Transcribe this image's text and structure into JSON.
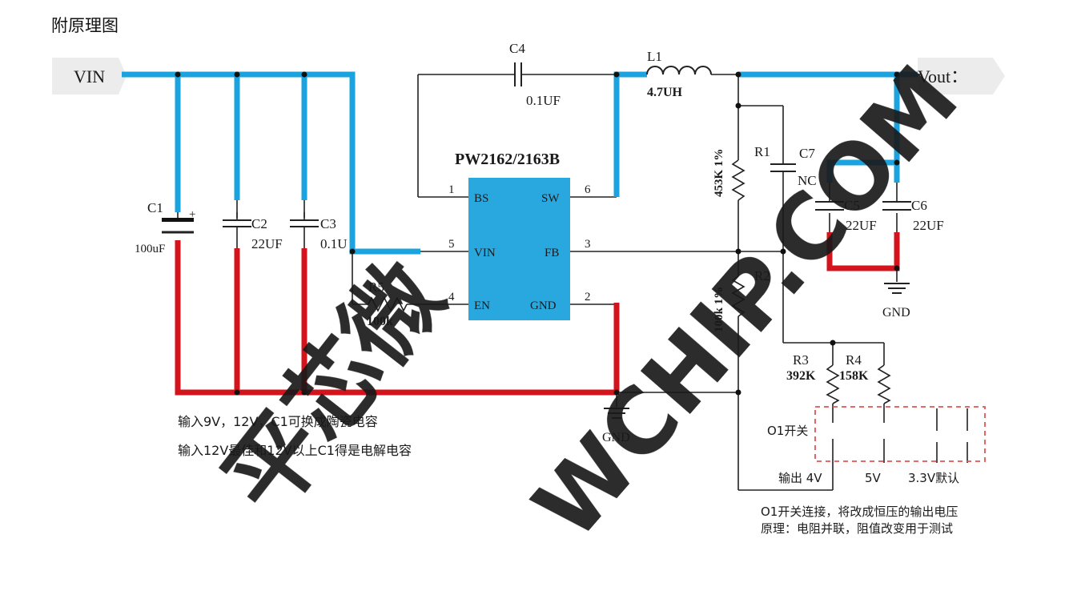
{
  "doc_title": "附原理图",
  "watermark": {
    "chinese": "平芯微",
    "latin": "WCHIP.COM",
    "color": "#1e90ff"
  },
  "colors": {
    "vin_highlight": "#1aa3de",
    "gnd_highlight": "#d4141c",
    "chip_fill": "#29a8e0",
    "label_tag": "#ececec",
    "switch_dash": "#e05555"
  },
  "ports": {
    "vin": "VIN",
    "vout": "Vout："
  },
  "chip": {
    "part_number": "PW2162/2163B",
    "pins": [
      {
        "num": "1",
        "name": "BS"
      },
      {
        "num": "5",
        "name": "VIN"
      },
      {
        "num": "4",
        "name": "EN"
      },
      {
        "num": "6",
        "name": "SW"
      },
      {
        "num": "3",
        "name": "FB"
      },
      {
        "num": "2",
        "name": "GND"
      }
    ]
  },
  "components": {
    "c1": {
      "ref": "C1",
      "value": "100uF",
      "polarity": "+"
    },
    "c2": {
      "ref": "C2",
      "value": "22UF"
    },
    "c3": {
      "ref": "C3",
      "value": "0.1U"
    },
    "c4": {
      "ref": "C4",
      "value": "0.1UF"
    },
    "l1": {
      "ref": "L1",
      "value": "4.7UH"
    },
    "r1": {
      "ref": "R1",
      "value": "453K  1%"
    },
    "r2": {
      "ref": "R2",
      "value": "100k  1%"
    },
    "r3": {
      "ref": "R3",
      "value": "392K"
    },
    "r4": {
      "ref": "R4",
      "value": "158K"
    },
    "r5": {
      "ref": "R5",
      "value": "100k"
    },
    "c5": {
      "ref": "C5",
      "value": "22UF"
    },
    "c6": {
      "ref": "C6",
      "value": "22UF"
    },
    "c7": {
      "ref": "C7",
      "value": "NC"
    }
  },
  "ground_labels": {
    "main": "GND",
    "output": "GND"
  },
  "switch": {
    "label": "O1开关",
    "outputs": [
      "输出 4V",
      "5V",
      "3.3V默认"
    ]
  },
  "notes": {
    "input_line1": "输入9V，12V，C1可换成陶瓷电容",
    "input_line2": "输入12V最佳和12V以上C1得是电解电容",
    "switch_line1": "O1开关连接，将改成恒压的输出电压",
    "switch_line2": "原理：电阻并联，阻值改变用于测试"
  }
}
